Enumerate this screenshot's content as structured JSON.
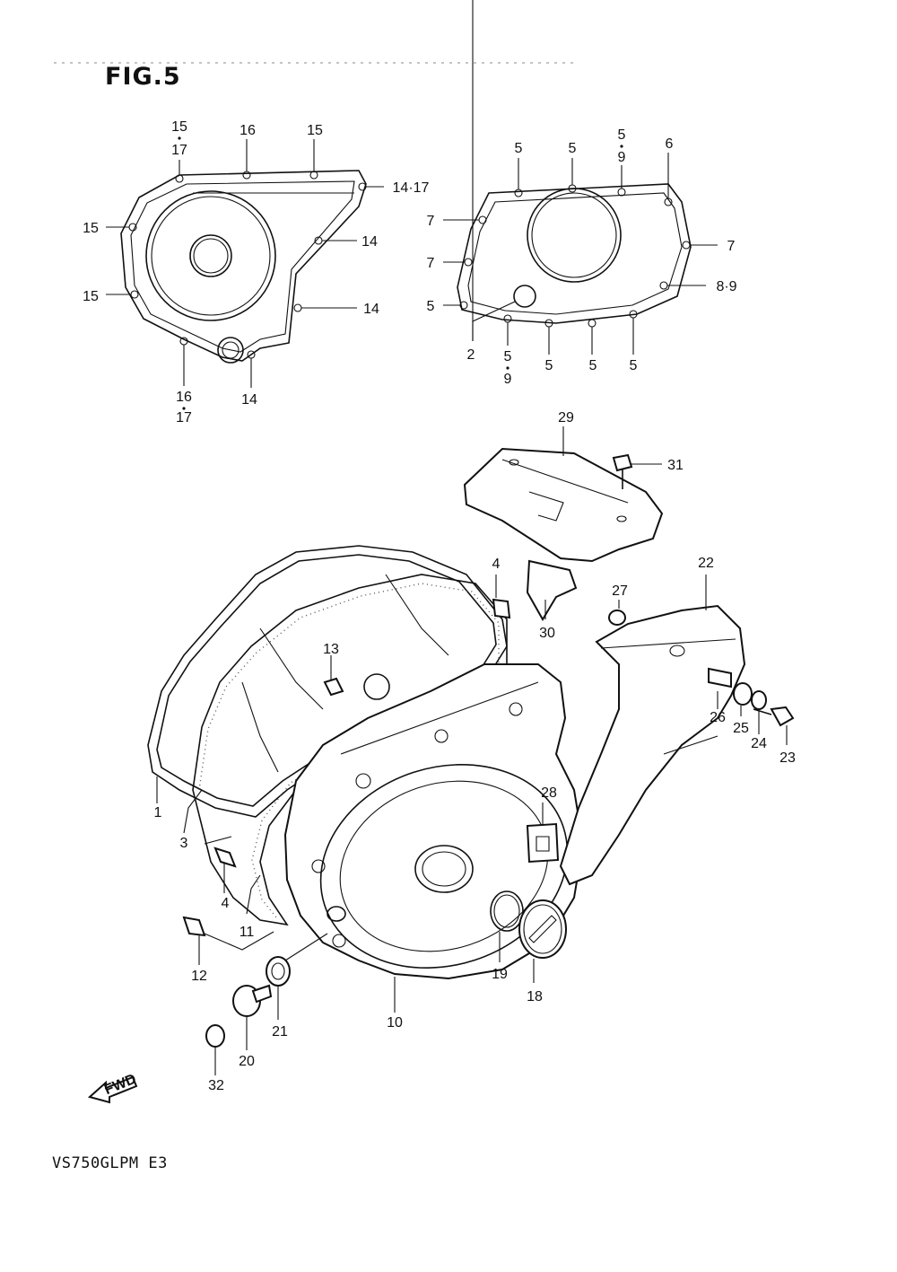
{
  "figure": {
    "title": "FIG.5",
    "model": "VS750GLPM E3",
    "fwd_label": "FWD"
  },
  "callouts": [
    "15",
    "17",
    "16",
    "15",
    "14·17",
    "15",
    "14",
    "15",
    "14",
    "16",
    "17",
    "14",
    "5",
    "5",
    "5",
    "9",
    "6",
    "7",
    "7",
    "7",
    "8·9",
    "5",
    "2",
    "5",
    "9",
    "5",
    "5",
    "5",
    "29",
    "31",
    "4",
    "30",
    "22",
    "27",
    "13",
    "26",
    "25",
    "24",
    "23",
    "1",
    "28",
    "3",
    "4",
    "11",
    "19",
    "18",
    "12",
    "10",
    "21",
    "20",
    "32"
  ]
}
